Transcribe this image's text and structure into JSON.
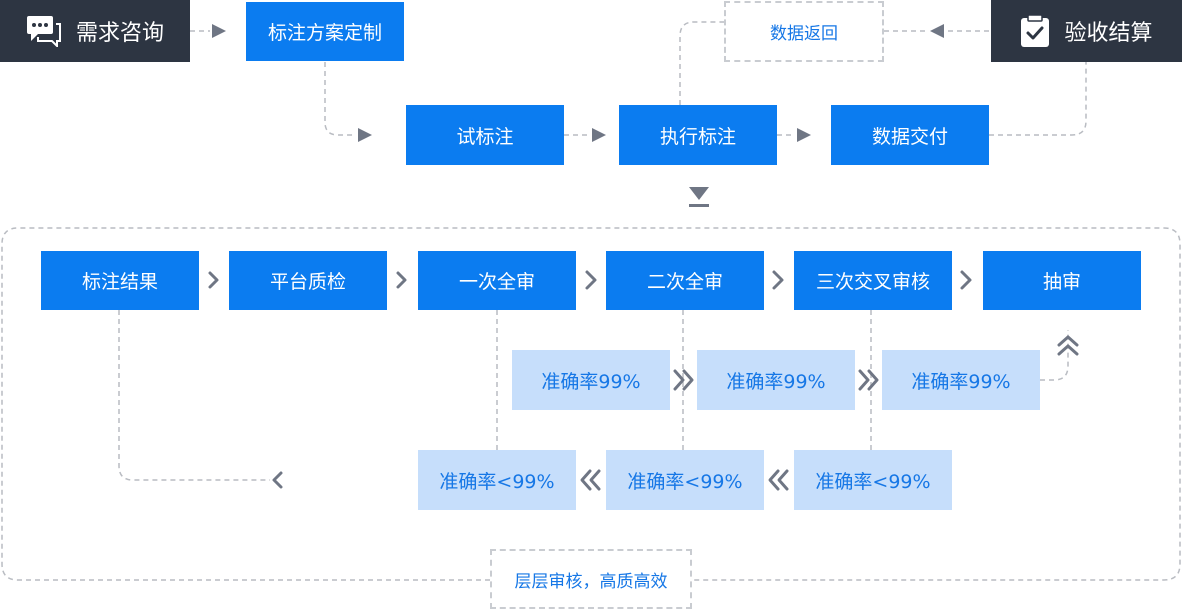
{
  "top": {
    "consult": "需求咨询",
    "customize": "标注方案定制",
    "trial": "试标注",
    "execute": "执行标注",
    "delivery": "数据交付",
    "data_return": "数据返回",
    "acceptance": "验收结算"
  },
  "review": {
    "steps": [
      "标注结果",
      "平台质检",
      "一次全审",
      "二次全审",
      "三次交叉审核",
      "抽审"
    ],
    "pass": [
      "准确率99%",
      "准确率99%",
      "准确率99%"
    ],
    "fail": [
      "准确率<99%",
      "准确率<99%",
      "准确率<99%"
    ],
    "caption": "层层审核，高质高效"
  },
  "colors": {
    "blue": "#0b7cf0",
    "dark": "#2d3542",
    "light": "#c6defb",
    "text_blue": "#1677e6"
  },
  "icons": [
    "chat-icon",
    "clipboard-check-icon"
  ]
}
